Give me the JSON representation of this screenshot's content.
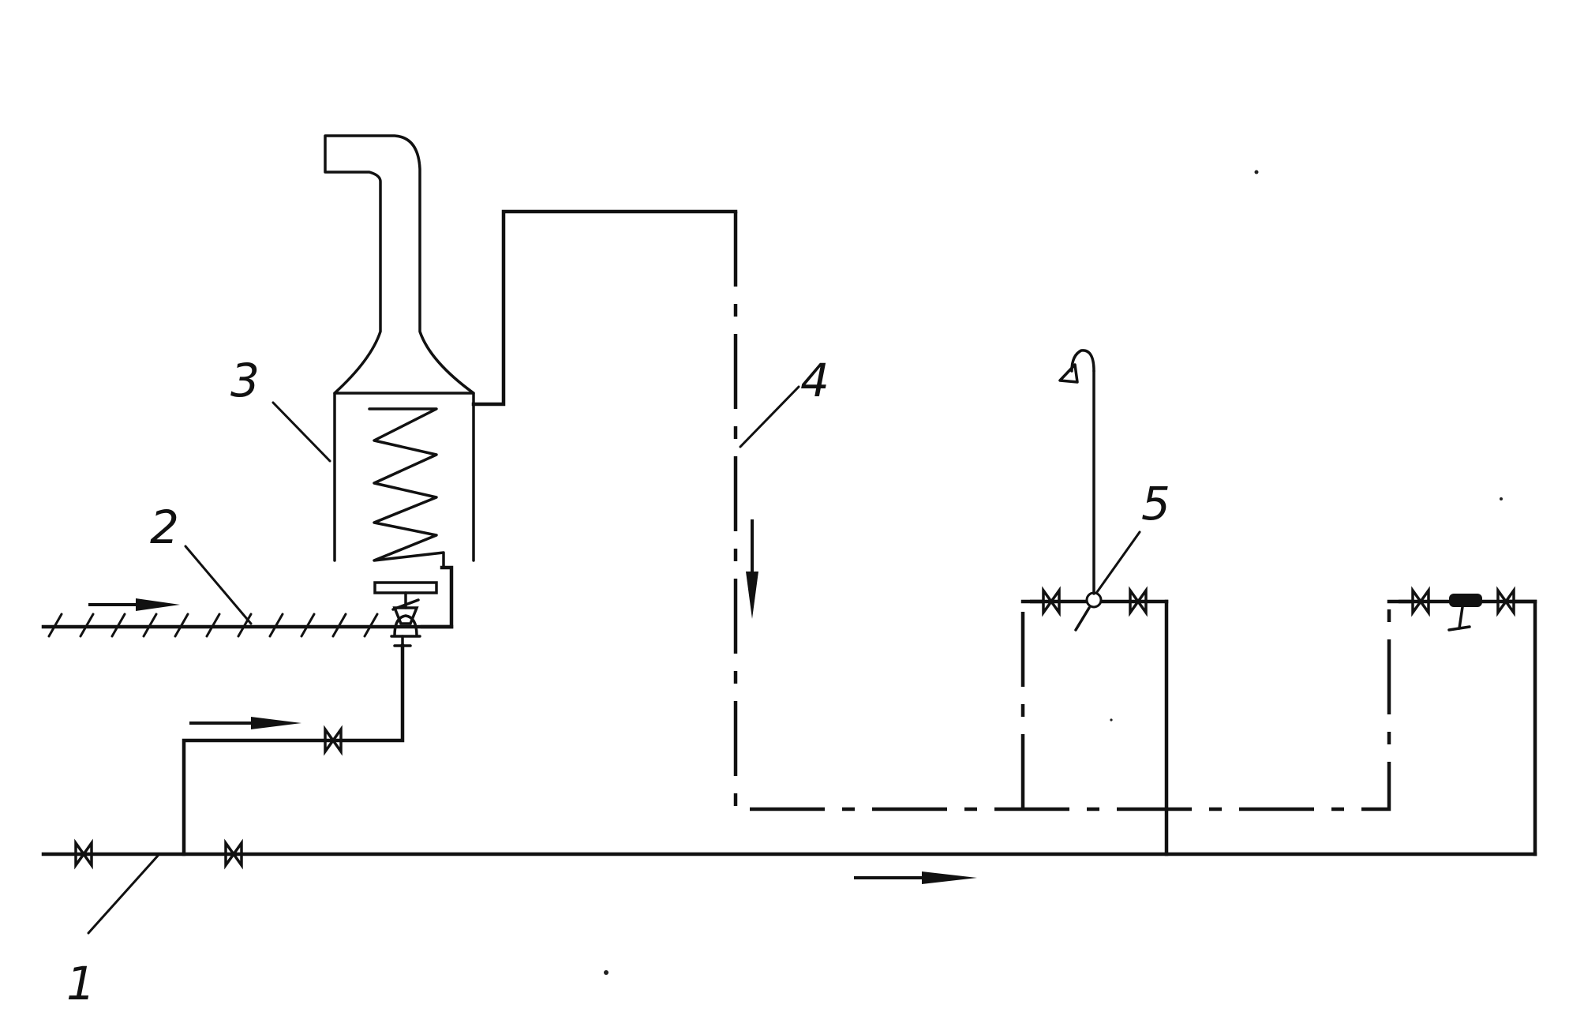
{
  "diagram": {
    "callouts": {
      "label_1": "1",
      "label_2": "2",
      "label_3": "3",
      "label_4": "4",
      "label_5": "5"
    },
    "colors": {
      "line": "#111111",
      "background": "#ffffff"
    },
    "icons": [
      "valve-icon",
      "flow-arrow-icon",
      "shower-head-icon",
      "mixer-tap-icon"
    ]
  }
}
